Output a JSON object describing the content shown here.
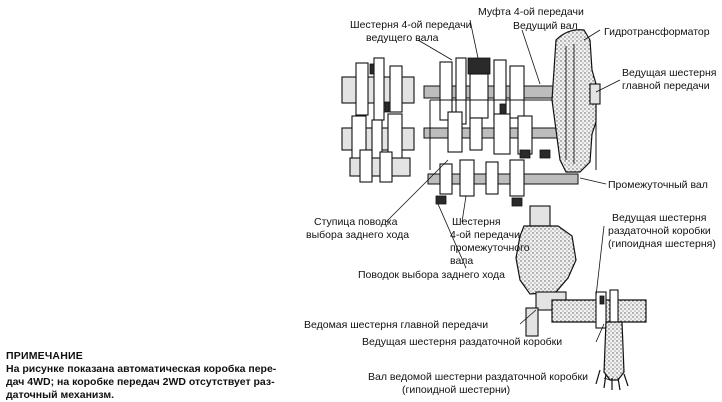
{
  "labels": {
    "clutch4": "Муфта 4-ой передачи",
    "gear4_drive_1": "Шестерня 4-ой передачи",
    "gear4_drive_2": "ведущего вала",
    "drive_shaft": "Ведущий вал",
    "torque_converter": "Гидротрансформатор",
    "main_drive_gear_1": "Ведущая шестерня",
    "main_drive_gear_2": "главной передачи",
    "counter_shaft": "Промежуточный вал",
    "reverse_hub_1": "Ступица поводка",
    "reverse_hub_2": "выбора заднего хода",
    "gear4_counter_1": "Шестерня",
    "gear4_counter_2": "4-ой передачи",
    "gear4_counter_3": "промежуточного",
    "gear4_counter_4": "вала",
    "reverse_fork": "Поводок выбора заднего хода",
    "transfer_drive_1": "Ведущая шестерня",
    "transfer_drive_2": "раздаточной коробки",
    "transfer_drive_3": "(гипоидная шестерня)",
    "final_driven": "Ведомая шестерня главной передачи",
    "transfer_drive_gear": "Ведущая шестерня раздаточной коробки",
    "transfer_driven_shaft_1": "Вал ведомой шестерни раздаточной коробки",
    "transfer_driven_shaft_2": "(гипоидной шестерни)"
  },
  "note": {
    "title": "ПРИМЕЧАНИЕ",
    "line1": "На рисунке показана автоматическая коробка пере-",
    "line2": "дач 4WD; на коробке передач 2WD отсутствует раз-",
    "line3": "даточный механизм."
  }
}
